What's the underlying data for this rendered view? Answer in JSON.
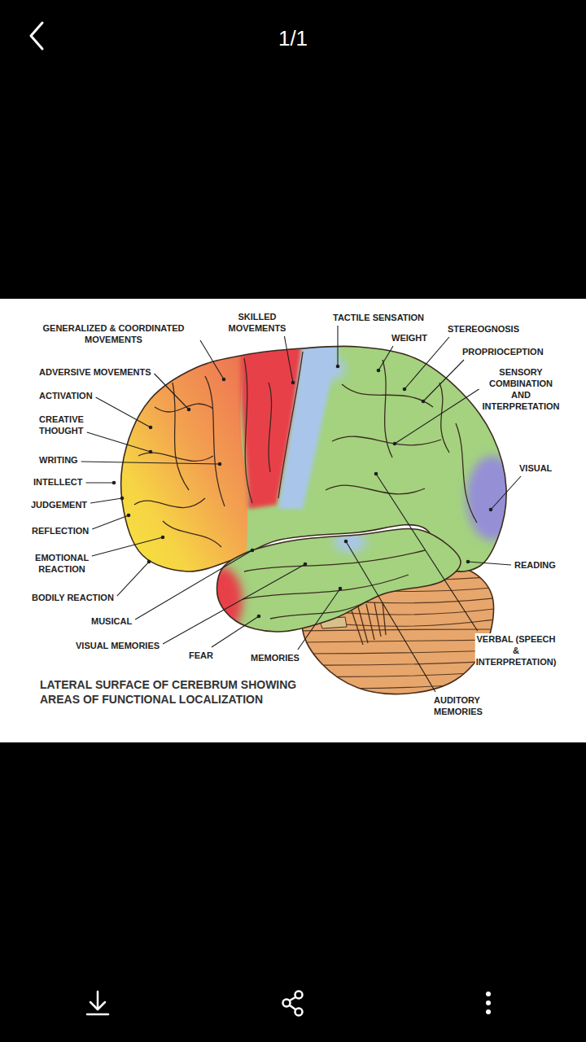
{
  "diagram": {
    "caption": "LATERAL SURFACE OF CEREBRUM SHOWING AREAS OF FUNCTIONAL LOCALIZATION",
    "labels": [
      "1/1",
      "GENERALIZED & COORDINATED MOVEMENTS",
      "SKILLED MOVEMENTS",
      "TACTILE SENSATION",
      "WEIGHT",
      "STEREOGNOSIS",
      "PROPRIOCEPTION",
      "SENSORY COMBINATION AND INTERPRETATION",
      "ADVERSIVE MOVEMENTS",
      "ACTIVATION",
      "CREATIVE THOUGHT",
      "WRITING",
      "INTELLECT",
      "JUDGEMENT",
      "VISUAL",
      "REFLECTION",
      "EMOTIONAL REACTION",
      "READING",
      "BODILY REACTION",
      "MUSICAL",
      "VISUAL MEMORIES",
      "FEAR",
      "MEMORIES",
      "VERBAL (SPEECH & INTERPRETATION)",
      "AUDITORY MEMORIES"
    ]
  }
}
